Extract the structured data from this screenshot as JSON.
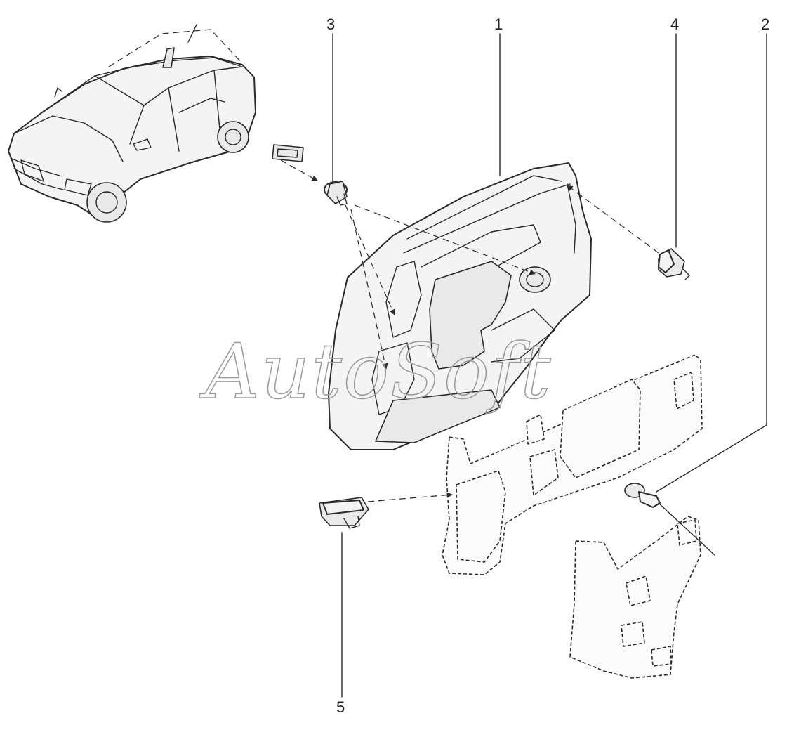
{
  "diagram": {
    "callouts": [
      {
        "id": "callout-1",
        "label": "1"
      },
      {
        "id": "callout-2",
        "label": "2"
      },
      {
        "id": "callout-3",
        "label": "3"
      },
      {
        "id": "callout-4",
        "label": "4"
      },
      {
        "id": "callout-5",
        "label": "5"
      }
    ],
    "watermark": "AutoSoft",
    "colors": {
      "line": "#2a2a2a",
      "watermark": "#9a9a9a",
      "background": "#ffffff"
    }
  }
}
